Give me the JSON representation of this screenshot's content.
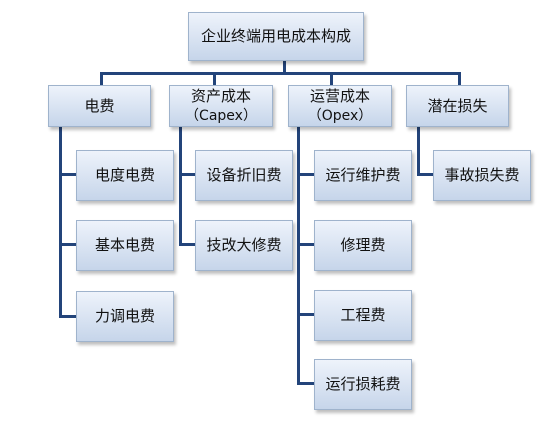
{
  "root": {
    "label": "企业终端用电成本构成"
  },
  "categories": [
    {
      "label": "电费",
      "sub": "",
      "items": [
        "电度电费",
        "基本电费",
        "力调电费"
      ]
    },
    {
      "label": "资产成本",
      "sub": "（Capex）",
      "items": [
        "设备折旧费",
        "技改大修费"
      ]
    },
    {
      "label": "运营成本",
      "sub": "（Opex）",
      "items": [
        "运行维护费",
        "修理费",
        "工程费",
        "运行损耗费"
      ]
    },
    {
      "label": "潜在损失",
      "sub": "",
      "items": [
        "事故损失费"
      ]
    }
  ],
  "colors": {
    "connector": "#23447a",
    "box_top": "#eef3fb",
    "box_bottom": "#c6d5ea",
    "box_border": "#9fb3cc"
  }
}
